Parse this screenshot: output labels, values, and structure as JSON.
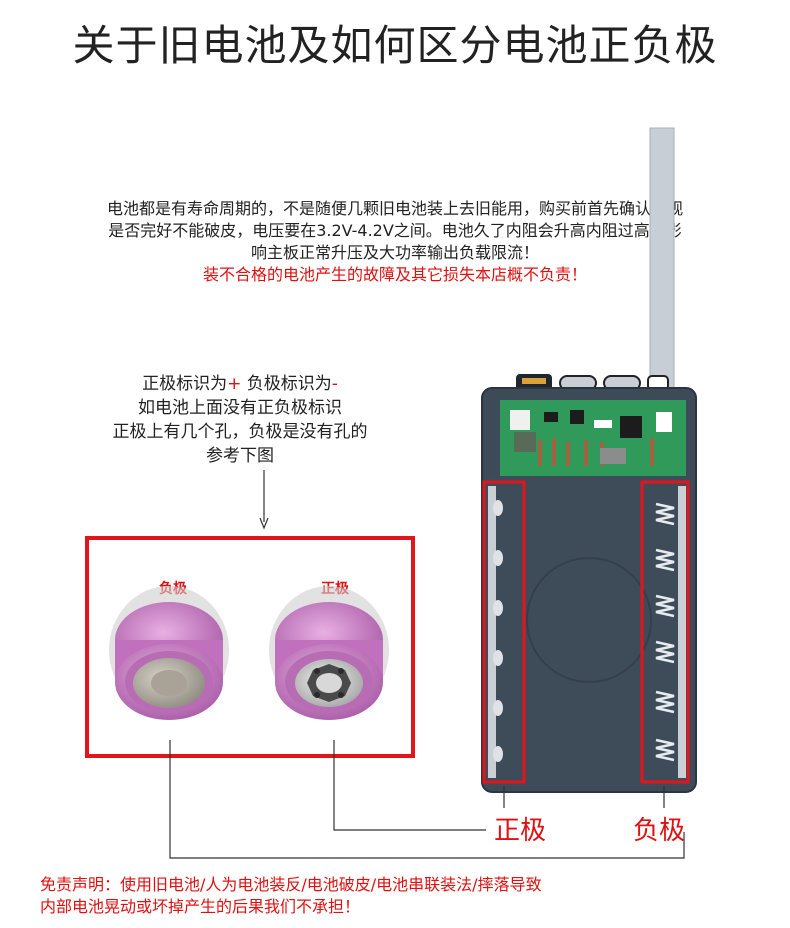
{
  "title": "关于旧电池及如何区分电池正负极",
  "intro": {
    "line1": "电池都是有寿命周期的，不是随便几颗旧电池装上去旧能用，购买前首先确认外观",
    "line2": "是否完好不能破皮，电压要在3.2V-4.2V之间。电池久了内阻会升高内阻过高会影",
    "line3": "响主板正常升压及大功率输出负载限流！",
    "warning": "装不合格的电池产生的故障及其它损失本店概不负责！"
  },
  "polarity_note": {
    "pos_text": "正极标识为",
    "pos_sign": "+",
    "neg_text": " 负极标识为",
    "neg_sign": "-",
    "line2": "如电池上面没有正负极标识",
    "line3": "正极上有几个孔，负极是没有孔的",
    "line4": "参考下图"
  },
  "samples": {
    "negative_label": "负极",
    "positive_label": "正极"
  },
  "device_labels": {
    "positive": "正极",
    "negative": "负极"
  },
  "disclaimer": {
    "line1": "免责声明：使用旧电池/人为电池装反/电池破皮/电池串联装法/摔落导致",
    "line2": "内部电池晃动或坏掉产生的后果我们不承担！"
  },
  "colors": {
    "accent_red": "#e4141b",
    "case_gray": "#3d4a57",
    "pcb_green": "#2f9a5a",
    "battery_pink": "#c77ec6"
  }
}
